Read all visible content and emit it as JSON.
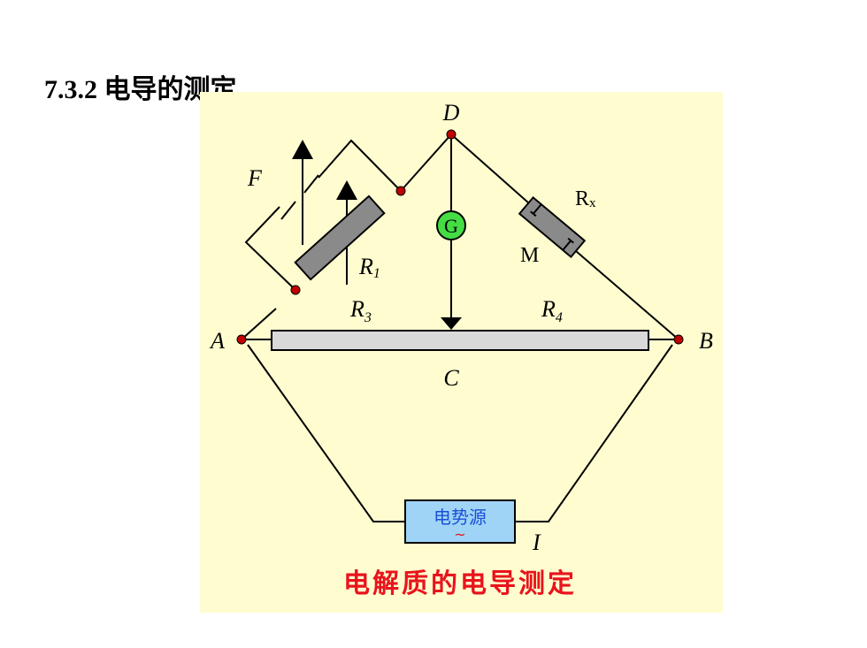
{
  "slide": {
    "title": "7.3.2  电导的测定"
  },
  "diagram": {
    "caption": "电解质的电导测定",
    "source_label": "电势源",
    "source_symbol": "~",
    "galvanometer_label": "G",
    "labels": {
      "node_a": "A",
      "node_b": "B",
      "node_c": "C",
      "node_d": "D",
      "current": "I",
      "capacitor": "F",
      "resistor_r1_base": "R",
      "resistor_r1_sub": "1",
      "resistor_r3_base": "R",
      "resistor_r3_sub": "3",
      "resistor_r4_base": "R",
      "resistor_r4_sub": "4",
      "cell_rx_base": "R",
      "cell_rx_sub": "x",
      "cell_m": "M"
    },
    "colors": {
      "background": "#fffdd0",
      "caption": "#e8141c",
      "node_dot": "#c00000",
      "galvanometer_fill": "#44dd44",
      "source_fill": "#9fd4f7",
      "source_text": "#1a4fd6",
      "resistor_fill": "#8a8a8a",
      "slide_wire_fill": "#d9d9d9"
    }
  }
}
